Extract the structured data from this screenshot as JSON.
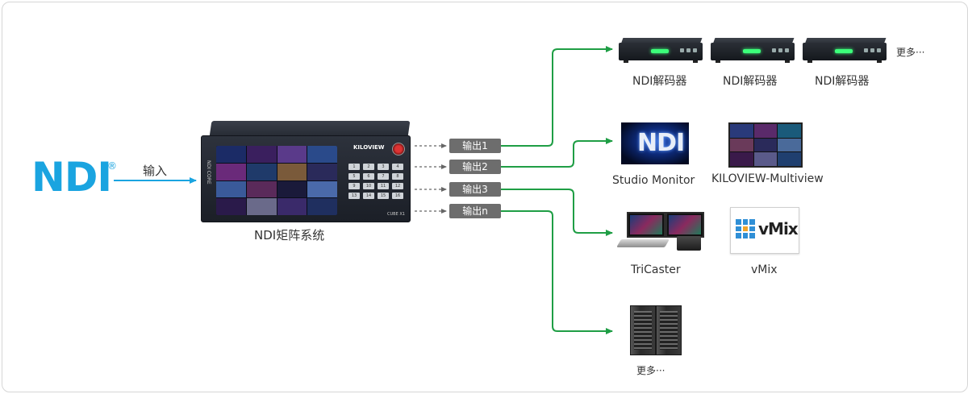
{
  "source": {
    "logo_text": "NDI",
    "reg_mark": "®",
    "input_label": "输入"
  },
  "matrix": {
    "caption": "NDI矩阵系统",
    "brand": "KILOVIEW",
    "model": "CUBE X1",
    "side_text": "NDI CORE",
    "keys": [
      "1",
      "2",
      "3",
      "4",
      "5",
      "6",
      "7",
      "8",
      "9",
      "10",
      "11",
      "12",
      "13",
      "14",
      "15",
      "16"
    ]
  },
  "outputs": [
    {
      "label": "输出1"
    },
    {
      "label": "输出2"
    },
    {
      "label": "输出3"
    },
    {
      "label": "输出n"
    }
  ],
  "decoders": {
    "items": [
      {
        "label": "NDI解码器"
      },
      {
        "label": "NDI解码器"
      },
      {
        "label": "NDI解码器"
      }
    ],
    "more": "更多···"
  },
  "studio_monitor": {
    "logo_text": "NDI",
    "label": "Studio Monitor"
  },
  "multiview": {
    "label": "KILOVIEW-Multiview"
  },
  "tricaster": {
    "label": "TriCaster"
  },
  "vmix": {
    "logo_text": "vMix",
    "label": "vMix"
  },
  "server": {
    "label": "更多···"
  },
  "colors": {
    "ndi_blue": "#1aa4e0",
    "input_arrow": "#1aa4e0",
    "output_arrow": "#1f9e45",
    "dashed": "#666666",
    "tag_bg": "#6d6d6d"
  }
}
